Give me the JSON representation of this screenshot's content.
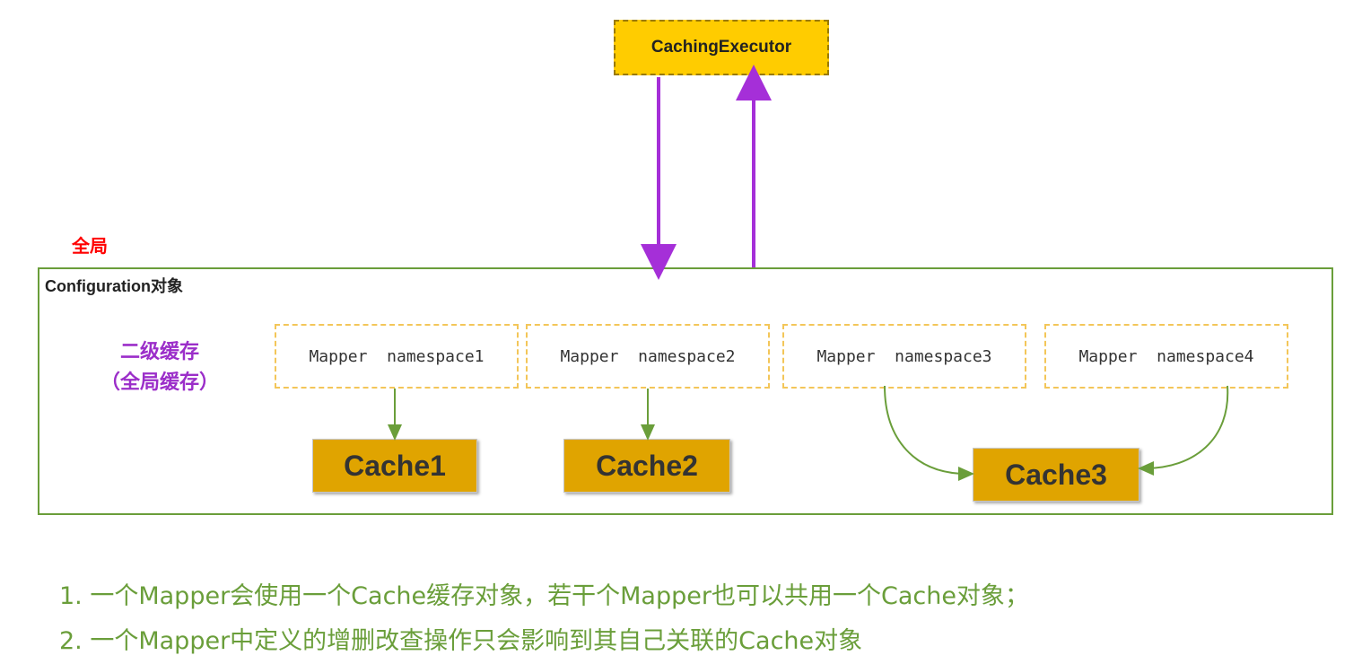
{
  "executor": {
    "label": "CachingExecutor"
  },
  "global_label": "全局",
  "configuration": {
    "title": "Configuration对象"
  },
  "second_level_cache": {
    "line1": "二级缓存",
    "line2": "（全局缓存）"
  },
  "mappers": [
    {
      "label": "Mapper  namespace1"
    },
    {
      "label": "Mapper  namespace2"
    },
    {
      "label": "Mapper  namespace3"
    },
    {
      "label": "Mapper  namespace4"
    }
  ],
  "caches": [
    {
      "label": "Cache1"
    },
    {
      "label": "Cache2"
    },
    {
      "label": "Cache3"
    }
  ],
  "notes": [
    "1. 一个Mapper会使用一个Cache缓存对象，若干个Mapper也可以共用一个Cache对象；",
    "2. 一个Mapper中定义的增删改查操作只会影响到其自己关联的Cache对象"
  ],
  "colors": {
    "executor_fill": "#ffcc00",
    "cache_fill": "#e0a400",
    "arrow_purple": "#a52fd8",
    "arrow_green": "#6a9e3a",
    "global_label": "#ff0000",
    "second_level_label": "#9b2ec9",
    "note_text": "#6a9e3a"
  }
}
